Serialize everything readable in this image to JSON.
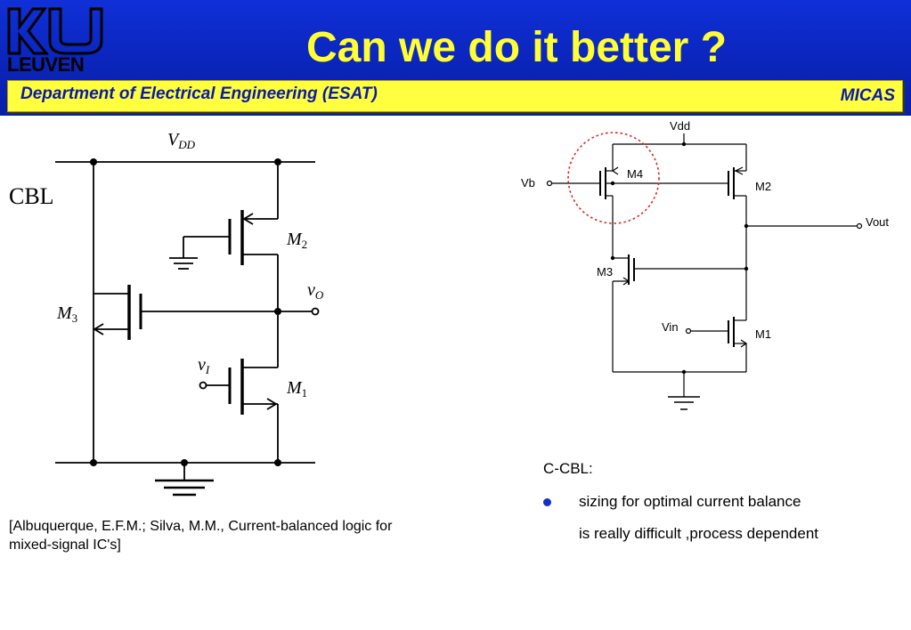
{
  "header": {
    "title": "Can we do it better ?",
    "logo_text": "LEUVEN",
    "department": "Department of Electrical Engineering (ESAT)",
    "group": "MICAS"
  },
  "left_circuit": {
    "label": "CBL",
    "vdd": "V",
    "vdd_sub": "DD",
    "m2": "M",
    "m2_sub": "2",
    "m3": "M",
    "m3_sub": "3",
    "m1": "M",
    "m1_sub": "1",
    "vo": "v",
    "vo_sub": "O",
    "vi": "v",
    "vi_sub": "I"
  },
  "right_circuit": {
    "vdd": "Vdd",
    "vb": "Vb",
    "vout": "Vout",
    "vin": "Vin",
    "m1": "M1",
    "m2": "M2",
    "m3": "M3",
    "m4": "M4"
  },
  "citation": "[Albuquerque, E.F.M.; Silva, M.M., Current-balanced logic for mixed-signal IC's]",
  "notes": {
    "title": "C-CBL:",
    "line1": "sizing for optimal current balance",
    "line2": "is really difficult ,process dependent"
  },
  "colors": {
    "header_blue": "#0a24b8",
    "title_yellow": "#ffff33",
    "bar_yellow": "#ffff40",
    "bar_text": "#0a1aa8",
    "highlight_circle": "#e02020"
  }
}
